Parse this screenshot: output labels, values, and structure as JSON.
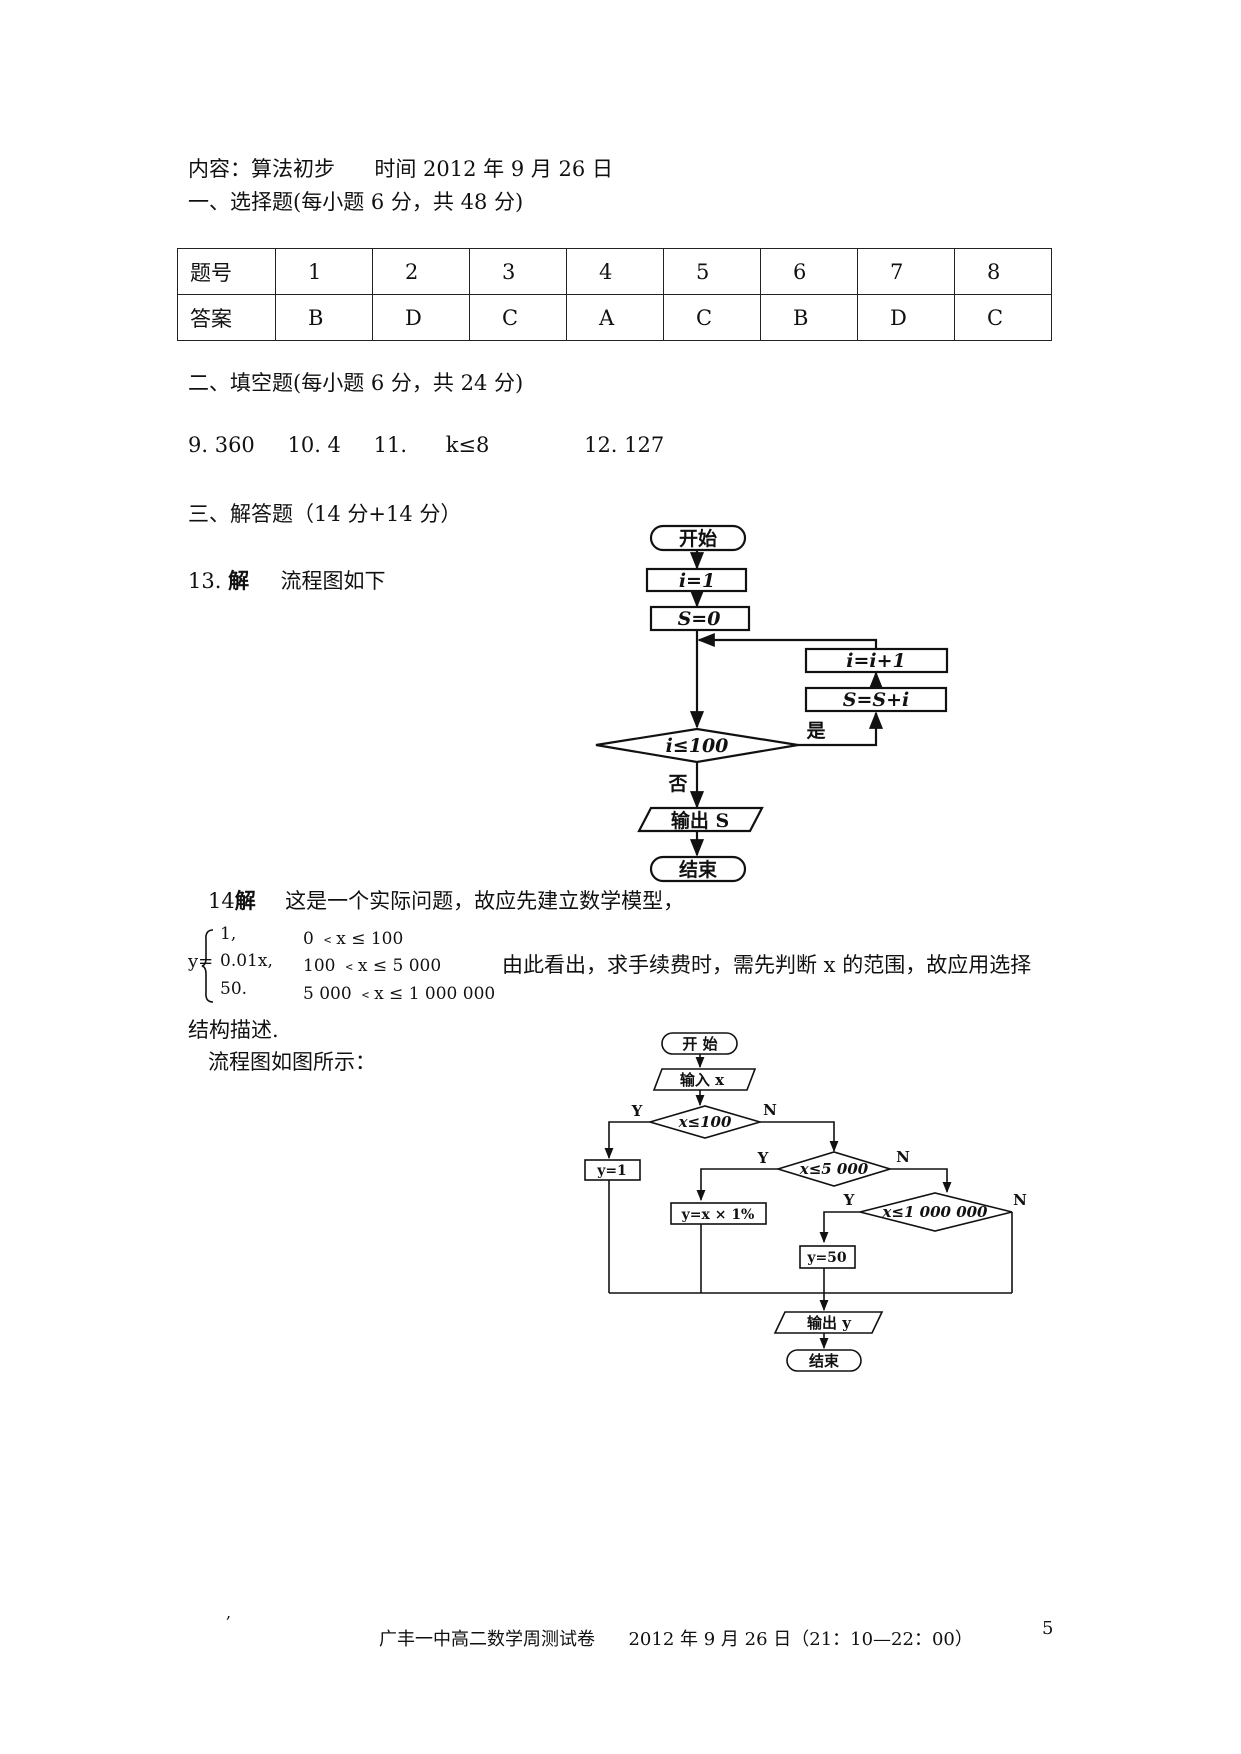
{
  "header": {
    "content_label": "内容：算法初步",
    "time_label": "时间 2012 年 9 月 26 日"
  },
  "section1": {
    "title": "一、选择题(每小题 6 分，共 48 分)",
    "table": {
      "row_headers": [
        "题号",
        "答案"
      ],
      "numbers": [
        "1",
        "2",
        "3",
        "4",
        "5",
        "6",
        "7",
        "8"
      ],
      "answers": [
        "B",
        "D",
        "C",
        "A",
        "C",
        "B",
        "D",
        "C"
      ]
    }
  },
  "section2": {
    "title": "二、填空题(每小题 6 分，共 24 分)",
    "answers": [
      "9. 360",
      "10.   4",
      "11.",
      "k≤8",
      "12. 127"
    ]
  },
  "section3": {
    "title": "三、解答题（14 分+14 分）"
  },
  "q13": {
    "number": "13.",
    "label": "解",
    "text": "流程图如下",
    "flow": {
      "start": "开始",
      "init_i": "i=1",
      "init_s": "S=0",
      "inc_i": "i=i+1",
      "acc_s": "S=S+i",
      "cond": "i≤100",
      "yes": "是",
      "no": "否",
      "output": "输出 S",
      "end": "结束"
    }
  },
  "q14": {
    "number": "14",
    "label": "解",
    "text": "这是一个实际问题，故应先建立数学模型，",
    "y_label": "y=",
    "pieces": [
      {
        "value": "1,",
        "condition": "0 ﹤x ≤ 100"
      },
      {
        "value": "0.01x,",
        "condition": "100 ﹤x ≤ 5   000"
      },
      {
        "value": "50.",
        "condition": "5   000 ﹤x ≤ 1   000   000"
      }
    ],
    "after_text": "由此看出，求手续费时，需先判断 x 的范围，故应用选择",
    "after_text2": "结构描述.",
    "flow_intro": "流程图如图所示：",
    "flow": {
      "start": "开 始",
      "input": "输入 x",
      "cond1": "x≤100",
      "cond2": "x≤5 000",
      "cond3": "x≤1 000 000",
      "y1": "y=1",
      "y2": "y=x × 1%",
      "y3": "y=50",
      "yes": "Y",
      "no": "N",
      "output": "输出 y",
      "end": "结束"
    }
  },
  "footer": {
    "mark": ",",
    "title": "广丰一中高二数学周测试卷",
    "date": "2012 年 9 月 26 日（21：10—22：00）",
    "page": "5"
  }
}
